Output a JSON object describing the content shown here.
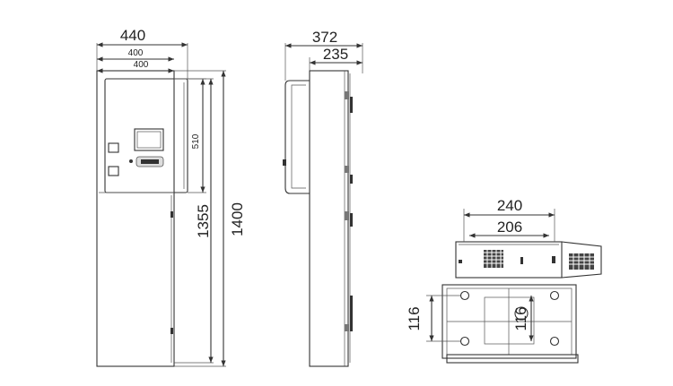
{
  "front_view": {
    "dim_width_total": "440",
    "dim_width_a": "400",
    "dim_width_b": "400",
    "dim_door_height": "510",
    "dim_height_a": "1355",
    "dim_height_b": "1400"
  },
  "side_view": {
    "dim_depth_total": "372",
    "dim_depth_body": "235"
  },
  "top_view": {
    "dim_width_outer": "240",
    "dim_width_inner": "206",
    "dim_hole_left": "116",
    "dim_hole_center": "116"
  }
}
